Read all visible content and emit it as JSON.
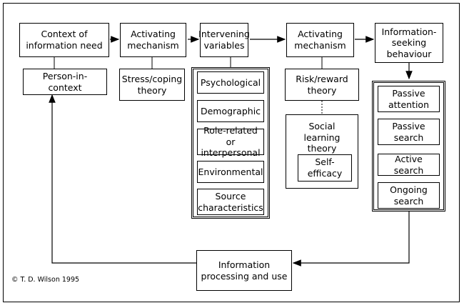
{
  "nodes": {
    "context": "Context of\ninformation need",
    "person": "Person-in-context",
    "activating1": "Activating\nmechanism",
    "stress": "Stress/coping\ntheory",
    "intervening": "Intervening\nvariables",
    "activating2": "Activating\nmechanism",
    "risk": "Risk/reward\ntheory",
    "social": "Social learning\ntheory",
    "selfefficacy": "Self-efficacy",
    "infoseeking": "Information-\nseeking\nbehaviour",
    "processing": "Information\nprocessing and use"
  },
  "intervening_items": [
    "Psychological",
    "Demographic",
    "Role-related or\ninterpersonal",
    "Environmental",
    "Source\ncharacteristics"
  ],
  "seeking_items": [
    "Passive\nattention",
    "Passive\nsearch",
    "Active search",
    "Ongoing\nsearch"
  ],
  "copyright": "© T. D. Wilson 1995"
}
